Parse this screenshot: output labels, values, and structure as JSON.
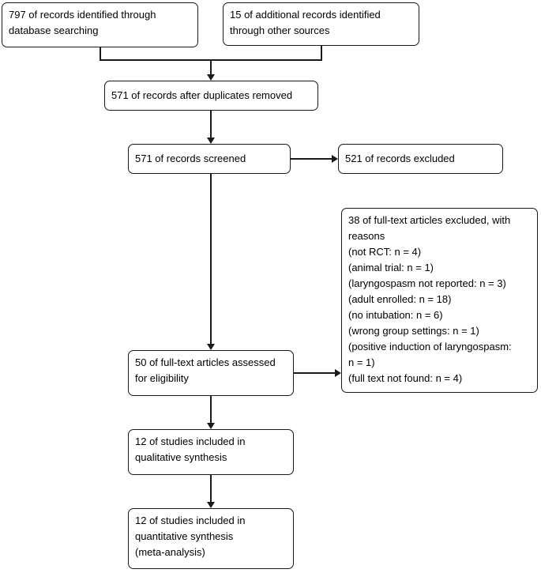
{
  "colors": {
    "background": "#ffffff",
    "line": "#1a1a1a",
    "text": "#000000"
  },
  "boxes": [
    {
      "name": "records-identified-database",
      "lines": [
        "797 of records identified through",
        "database searching"
      ]
    },
    {
      "name": "records-identified-other-sources",
      "lines": [
        "15 of additional records identified",
        "through other sources"
      ]
    },
    {
      "name": "records-after-duplicates-removed",
      "lines": [
        "571 of records after duplicates removed"
      ]
    },
    {
      "name": "records-screened",
      "lines": [
        "571 of records screened"
      ]
    },
    {
      "name": "records-excluded",
      "lines": [
        "521 of records excluded"
      ]
    },
    {
      "name": "fulltext-articles-assessed",
      "lines": [
        "50 of full-text articles assessed",
        "for eligibility"
      ]
    },
    {
      "name": "fulltext-articles-excluded-reasons",
      "lines": [
        "38 of full-text articles excluded, with",
        "reasons",
        "(not RCT: n = 4)",
        "(animal trial: n = 1)",
        "(laryngospasm not reported: n = 3)",
        "(adult enrolled: n = 18)",
        "(no intubation: n = 6)",
        "(wrong group settings: n = 1)",
        "(positive induction of laryngospasm:",
        "n = 1)",
        "(full text not found: n = 4)"
      ]
    },
    {
      "name": "studies-qualitative-synthesis",
      "lines": [
        "12 of studies included in",
        "qualitative synthesis"
      ]
    },
    {
      "name": "studies-quantitative-synthesis",
      "lines": [
        "12 of studies included in",
        "quantitative synthesis",
        "(meta-analysis)"
      ]
    }
  ]
}
